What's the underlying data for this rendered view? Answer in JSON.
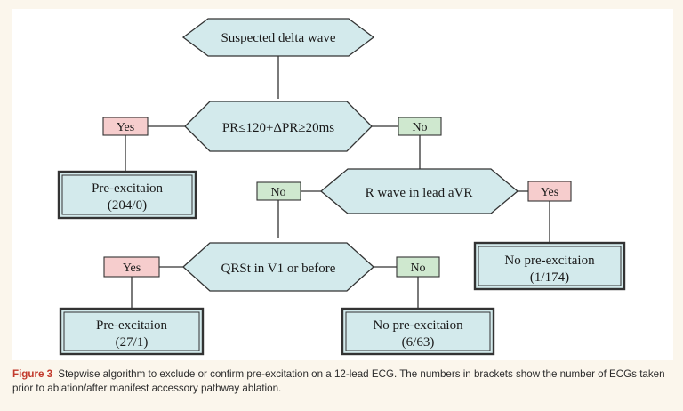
{
  "diagram": {
    "decisions": {
      "start": "Suspected delta wave",
      "pr": "PR≤120+ΔPR≥20ms",
      "avr": "R wave in lead aVR",
      "qrst": "QRSt in V1 or before"
    },
    "labels": {
      "pr_yes": "Yes",
      "pr_no": "No",
      "avr_no": "No",
      "avr_yes": "Yes",
      "qrst_yes": "Yes",
      "qrst_no": "No"
    },
    "outcomes": {
      "o1": {
        "title": "Pre-excitaion",
        "count": "(204/0)"
      },
      "o2": {
        "title": "No pre-excitaion",
        "count": "(1/174)"
      },
      "o3": {
        "title": "Pre-excitaion",
        "count": "(27/1)"
      },
      "o4": {
        "title": "No pre-excitaion",
        "count": "(6/63)"
      }
    },
    "colors": {
      "decision_fill": "#d3eaec",
      "yes_fill": "#f6cdcd",
      "no_fill": "#cfe8cf",
      "outcome_fill": "#d3eaec",
      "line": "#333333"
    }
  },
  "caption": {
    "figure_label": "Figure 3",
    "text": "Stepwise algorithm to exclude or confirm pre-excitation on a 12-lead ECG. The numbers in brackets show the number of ECGs taken prior to ablation/after manifest accessory pathway ablation."
  }
}
